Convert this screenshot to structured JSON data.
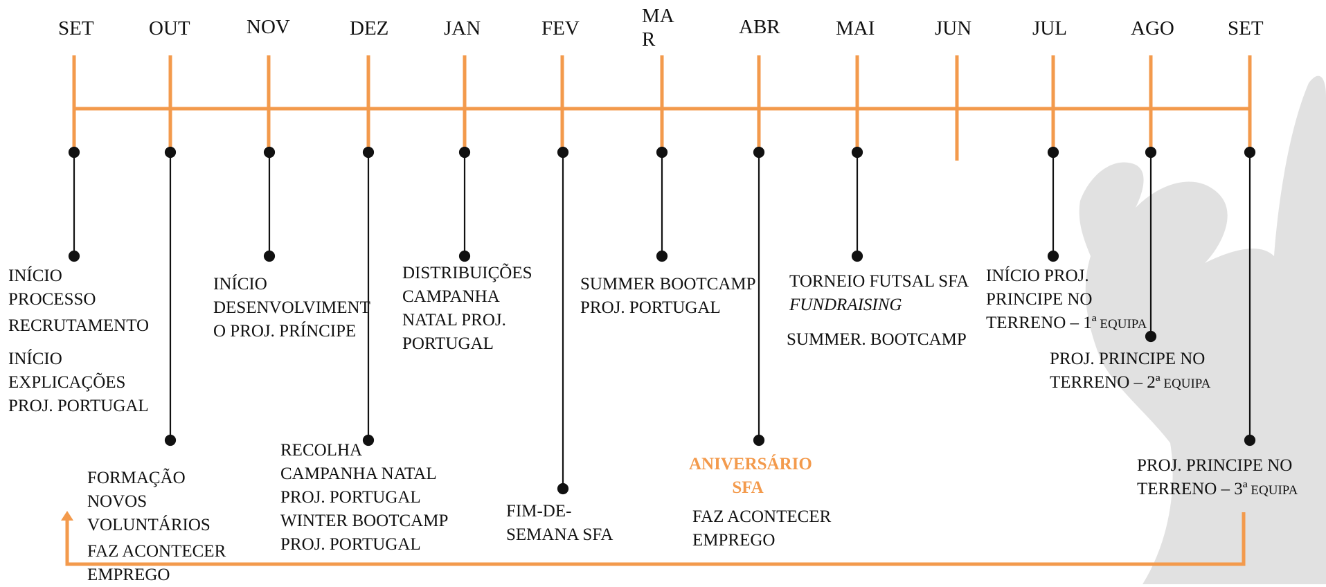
{
  "colors": {
    "accent": "#f39a4c",
    "ink": "#111111",
    "watermark": "#dcdcdc"
  },
  "months": [
    "SET",
    "OUT",
    "NOV",
    "DEZ",
    "JAN",
    "FEV",
    "MAR",
    "ABR",
    "MAI",
    "JUN",
    "JUL",
    "AGO",
    "SET"
  ],
  "month_mar_lines": [
    "MA",
    "R"
  ],
  "events": {
    "set_a": [
      "INÍCIO",
      "PROCESSO",
      "RECRUTAMENTO"
    ],
    "set_b": [
      "INÍCIO",
      "EXPLICAÇÕES",
      "PROJ. PORTUGAL"
    ],
    "out": [
      "FORMAÇÃO",
      "NOVOS",
      "VOLUNTÁRIOS",
      "FAZ ACONTECER",
      "EMPREGO"
    ],
    "nov": [
      "INÍCIO",
      "DESENVOLVIMENT",
      "O PROJ. PRÍNCIPE"
    ],
    "dez": [
      "RECOLHA",
      "CAMPANHA NATAL",
      "PROJ. PORTUGAL",
      "WINTER BOOTCAMP",
      "PROJ. PORTUGAL"
    ],
    "jan": [
      "DISTRIBUIÇÕES",
      "CAMPANHA",
      "NATAL PROJ.",
      "PORTUGAL"
    ],
    "fev": [
      "FIM-DE-",
      "SEMANA SFA"
    ],
    "mar": [
      "SUMMER BOOTCAMP",
      "PROJ. PORTUGAL"
    ],
    "abr_highlight": [
      "ANIVERSÁRIO",
      "SFA"
    ],
    "abr": [
      "FAZ ACONTECER",
      "EMPREGO"
    ],
    "mai_a": "TORNEIO FUTSAL SFA",
    "mai_b": "FUNDRAISING",
    "mai_c": "SUMMER. BOOTCAMP",
    "jul": {
      "line1": "INÍCIO PROJ.",
      "line2": "PRINCIPE NO",
      "line3_main": "TERRENO – 1ª",
      "line3_small": " EQUIPA"
    },
    "ago": {
      "line1": "PROJ. PRINCIPE NO",
      "line2_main": "TERRENO – 2ª",
      "line2_small": " EQUIPA"
    },
    "set_end": {
      "line1": "PROJ. PRINCIPE NO",
      "line2_main": "TERRENO – 3ª",
      "line2_small": " EQUIPA"
    }
  }
}
